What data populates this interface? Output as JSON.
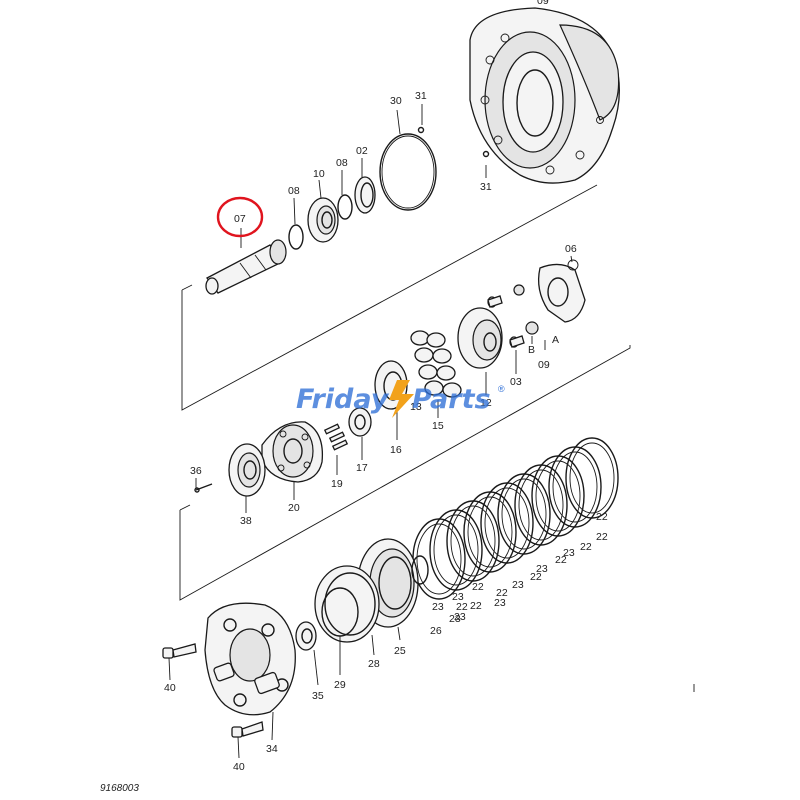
{
  "diagram": {
    "highlighted_part": "07",
    "drawing_code": "9168003",
    "watermark": {
      "part1": "Friday",
      "part2": "Parts",
      "registered": "®"
    },
    "labels": [
      "09",
      "30",
      "31",
      "02",
      "08",
      "10",
      "08",
      "07",
      "31",
      "06",
      "A",
      "B",
      "03",
      "09",
      "12",
      "15",
      "13",
      "16",
      "17",
      "19",
      "20",
      "38",
      "36",
      "22",
      "22",
      "22",
      "23",
      "22",
      "23",
      "22",
      "23",
      "22",
      "23",
      "22",
      "23",
      "22",
      "23",
      "26",
      "23",
      "22",
      "23",
      "25",
      "28",
      "29",
      "35",
      "34",
      "40",
      "40"
    ]
  }
}
